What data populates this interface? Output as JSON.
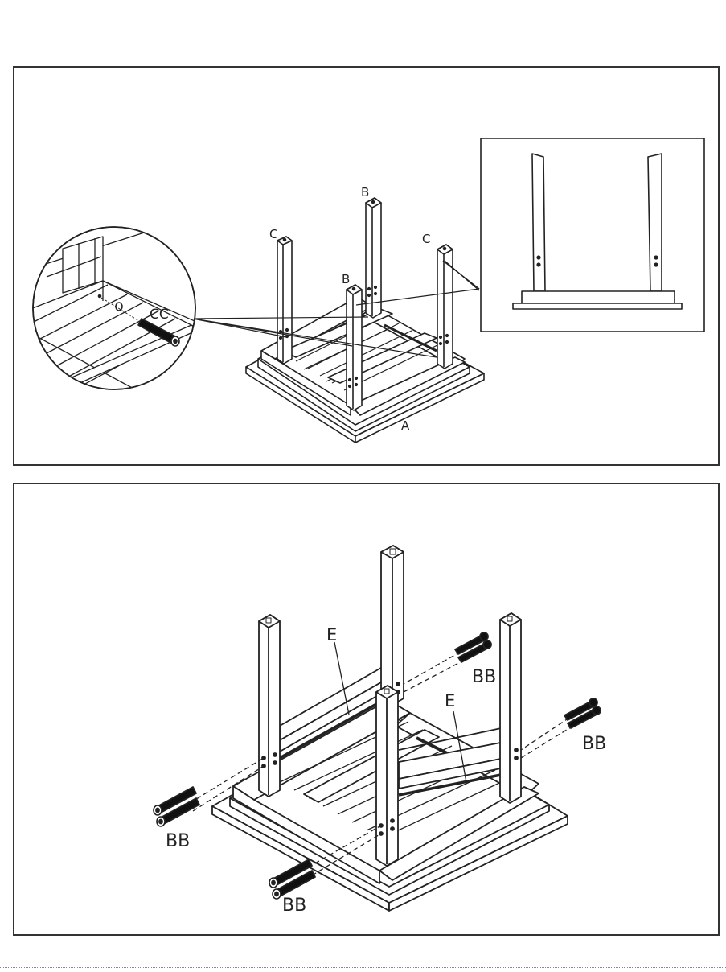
{
  "step1": {
    "labels": {
      "part_a": "A",
      "part_b_rear": "B",
      "part_b_front": "B",
      "part_c_left": "C",
      "part_c_right": "C",
      "hardware_cc": "CC"
    }
  },
  "step2": {
    "labels": {
      "part_e_left": "E",
      "part_e_right": "E",
      "bb_upper_right": "BB",
      "bb_right": "BB",
      "bb_left": "BB",
      "bb_bottom": "BB"
    }
  }
}
